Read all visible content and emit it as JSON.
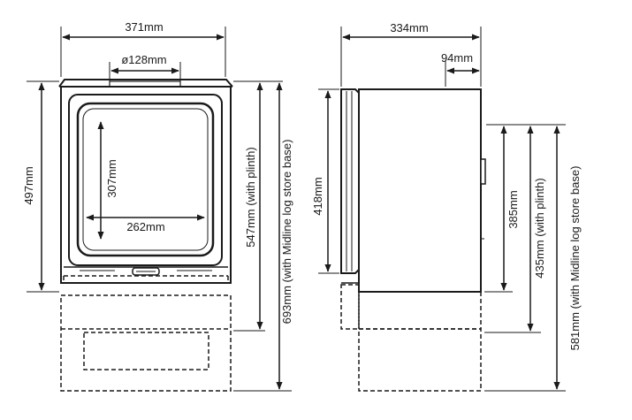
{
  "dimensions": {
    "front_width": "371mm",
    "flue_diameter": "ø128mm",
    "glass_height": "307mm",
    "glass_width": "262mm",
    "front_height": "497mm",
    "height_plinth_front": "547mm (with plinth)",
    "height_logstore_front": "693mm (with Midline log store base)",
    "side_depth": "334mm",
    "flue_offset": "94mm",
    "side_height": "418mm",
    "flue_height": "385mm",
    "flue_height_plinth": "435mm (with plinth)",
    "flue_height_logstore": "581mm (with Midline log store base)"
  },
  "colors": {
    "line": "#1a1a1a",
    "background": "#ffffff"
  }
}
